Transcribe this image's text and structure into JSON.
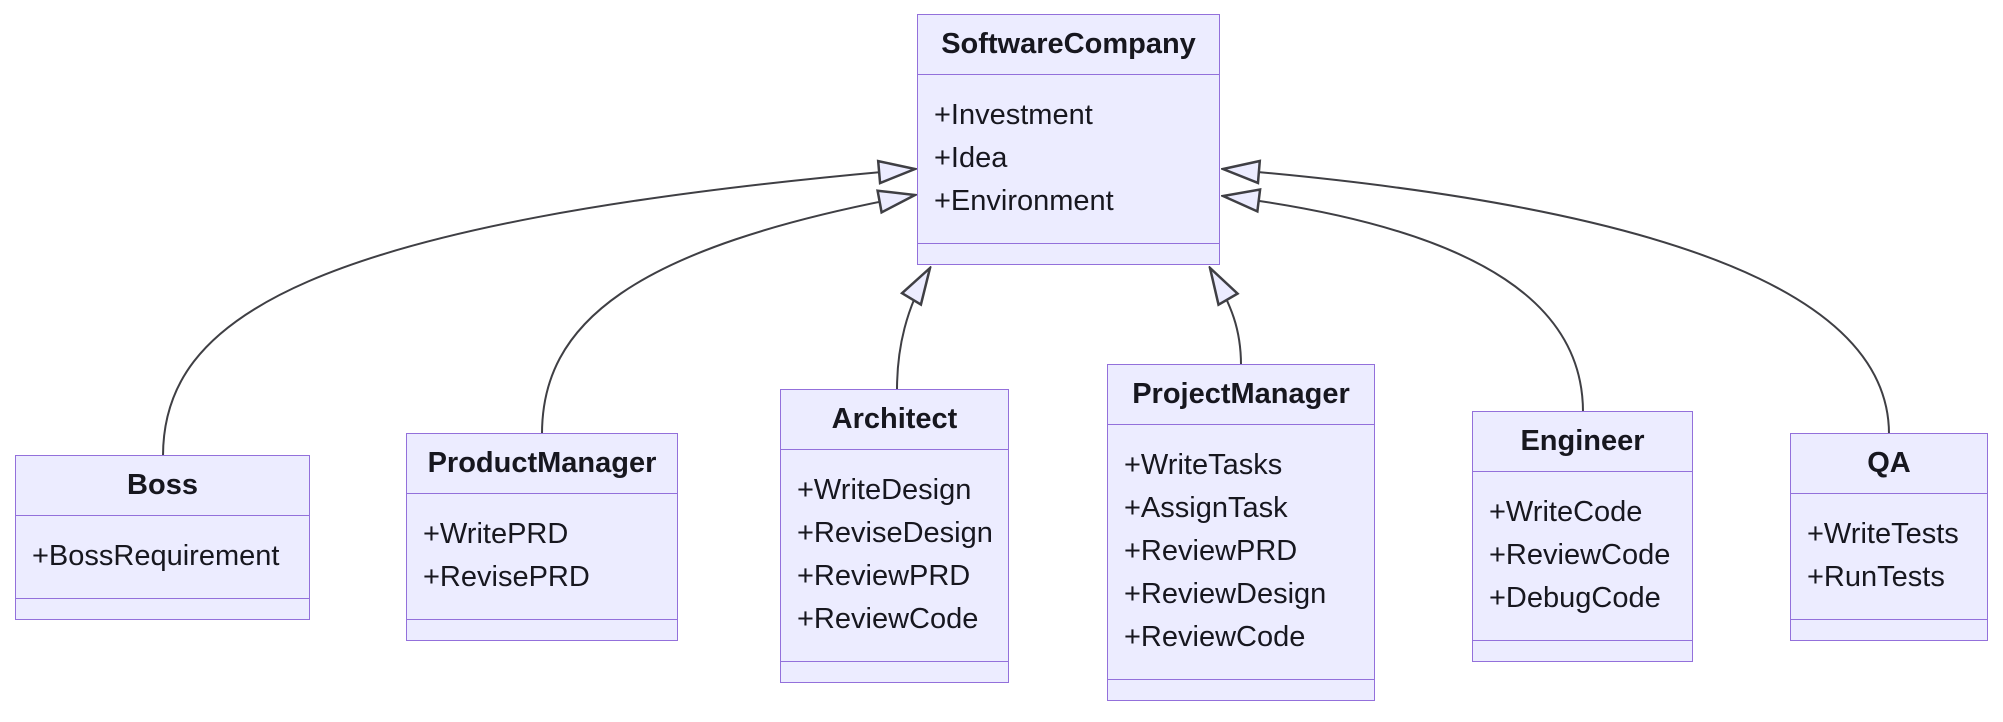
{
  "diagram": {
    "kind": "uml-class-diagram",
    "colors": {
      "background": "#FFFFFF",
      "node_fill": "#ECECFF",
      "node_border": "#9370DB",
      "edge_stroke": "#3F3F44",
      "text": "#17171F"
    },
    "classes": [
      {
        "name": "SoftwareCompany",
        "members": [
          "+Investment",
          "+Idea",
          "+Environment"
        ]
      },
      {
        "name": "Boss",
        "members": [
          "+BossRequirement"
        ]
      },
      {
        "name": "ProductManager",
        "members": [
          "+WritePRD",
          "+RevisePRD"
        ]
      },
      {
        "name": "Architect",
        "members": [
          "+WriteDesign",
          "+ReviseDesign",
          "+ReviewPRD",
          "+ReviewCode"
        ]
      },
      {
        "name": "ProjectManager",
        "members": [
          "+WriteTasks",
          "+AssignTask",
          "+ReviewPRD",
          "+ReviewDesign",
          "+ReviewCode"
        ]
      },
      {
        "name": "Engineer",
        "members": [
          "+WriteCode",
          "+ReviewCode",
          "+DebugCode"
        ]
      },
      {
        "name": "QA",
        "members": [
          "+WriteTests",
          "+RunTests"
        ]
      }
    ],
    "relations": [
      {
        "from": "Boss",
        "to": "SoftwareCompany",
        "type": "inheritance"
      },
      {
        "from": "ProductManager",
        "to": "SoftwareCompany",
        "type": "inheritance"
      },
      {
        "from": "Architect",
        "to": "SoftwareCompany",
        "type": "inheritance"
      },
      {
        "from": "ProjectManager",
        "to": "SoftwareCompany",
        "type": "inheritance"
      },
      {
        "from": "Engineer",
        "to": "SoftwareCompany",
        "type": "inheritance"
      },
      {
        "from": "QA",
        "to": "SoftwareCompany",
        "type": "inheritance"
      }
    ]
  }
}
